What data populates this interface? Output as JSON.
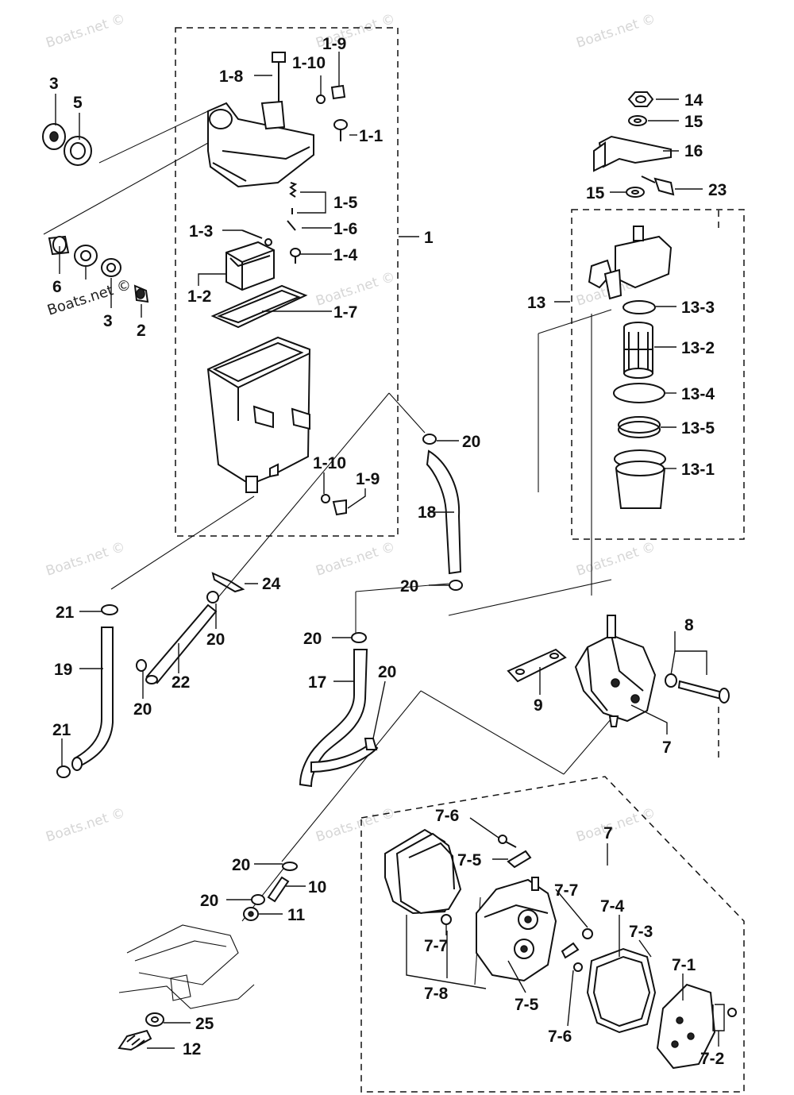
{
  "watermarks": [
    "Boats.net ©"
  ],
  "callouts": [
    "1",
    "1-1",
    "1-2",
    "1-3",
    "1-4",
    "1-5",
    "1-6",
    "1-7",
    "1-8",
    "1-9",
    "1-10",
    "2",
    "3",
    "5",
    "6",
    "7",
    "7-1",
    "7-2",
    "7-3",
    "7-4",
    "7-5",
    "7-6",
    "7-7",
    "7-8",
    "8",
    "9",
    "10",
    "11",
    "12",
    "13",
    "13-1",
    "13-2",
    "13-3",
    "13-4",
    "13-5",
    "14",
    "15",
    "16",
    "17",
    "18",
    "19",
    "20",
    "21",
    "22",
    "23",
    "24",
    "25"
  ]
}
